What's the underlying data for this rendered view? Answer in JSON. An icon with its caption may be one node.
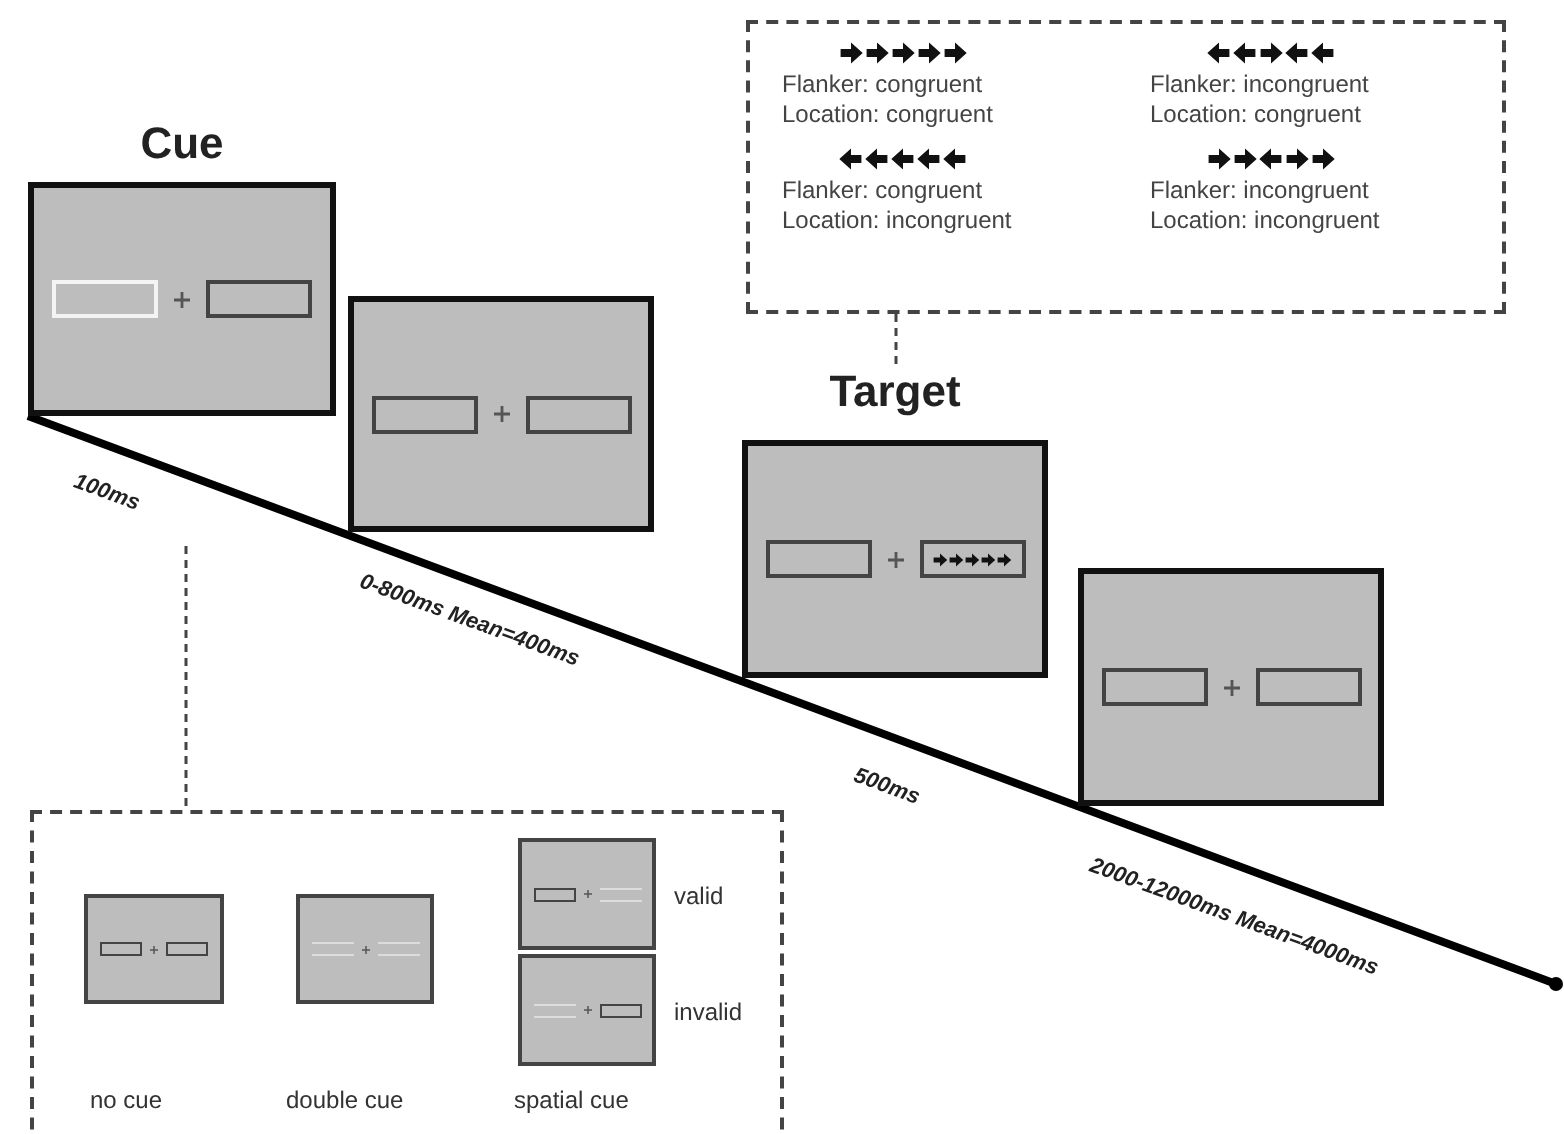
{
  "diagram": {
    "nodes": [
      {
        "text": [
          "Cue"
        ]
      },
      {
        "text": [],
        "shape": "box"
      },
      {
        "text": [
          "Target"
        ]
      },
      {
        "text": [],
        "shape": "box"
      },
      {
        "text": [
          "Flanker: congruent",
          "Location: congruent",
          "Flanker: incongruent",
          "Location: congruent",
          "Flanker: congruent",
          "Location: incongruent",
          "Flanker: incongruent",
          "Location: incongruent"
        ]
      },
      {
        "text": [],
        "shape": "box"
      },
      {
        "text": [],
        "shape": "box",
        "in": 5
      },
      {
        "text": [],
        "shape": "box",
        "in": 5
      },
      {
        "text": [],
        "shape": "box",
        "in": 5,
        "beside": [
          "valid"
        ]
      },
      {
        "text": [],
        "shape": "box",
        "in": 5,
        "beside": [
          "invalid"
        ]
      }
    ],
    "edges": [
      {
        "from": 4,
        "to": 2,
        "arrow": "none",
        "style": "dashed"
      },
      {
        "from": null,
        "to": 5,
        "arrow": "none",
        "style": "dashed"
      }
    ],
    "labels": [
      "100ms",
      "0-800ms Mean=400ms",
      "500ms",
      "2000-12000ms Mean=4000ms",
      "no cue",
      "double cue",
      "spatial cue"
    ]
  }
}
